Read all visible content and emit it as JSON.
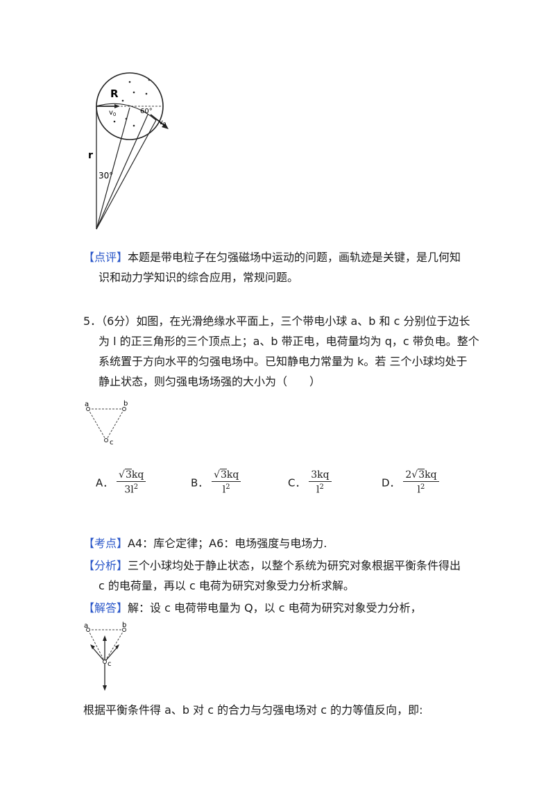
{
  "fig1": {
    "label_R": "R",
    "label_r": "r",
    "label_v0_left": "v",
    "label_v0_right": "v",
    "label_60": "60°",
    "label_30": "30°",
    "sub0": "0"
  },
  "comment": {
    "tag": "【点评】",
    "line1": "本题是带电粒子在匀强磁场中运动的问题，画轨迹是关键，是几何知",
    "line2": "识和动力学知识的综合应用，常规问题。"
  },
  "question": {
    "line1": "5．（6分）如图，在光滑绝缘水平面上，三个带电小球 a、b 和 c 分别位于边长",
    "line2": "为 l 的正三角形的三个顶点上；a、b 带正电，电荷量均为 q，c 带负电。整个",
    "line3": "系统置于方向水平的匀强电场中。已知静电力常量为 k。若 三个小球均处于",
    "line4": "静止状态，则匀强电场场强的大小为（　　）"
  },
  "fig2": {
    "a": "a",
    "b": "b",
    "c": "c"
  },
  "options": {
    "A": {
      "letter": "A．",
      "coef": "",
      "root": "3",
      "tail": "kq",
      "den": "3l",
      "exp": "2"
    },
    "B": {
      "letter": "B．",
      "coef": "",
      "root": "3",
      "tail": "kq",
      "den": "l",
      "exp": "2"
    },
    "C": {
      "letter": "C．",
      "num": "3kq",
      "den": "l",
      "exp": "2"
    },
    "D": {
      "letter": "D．",
      "coef": "2",
      "root": "3",
      "tail": "kq",
      "den": "l",
      "exp": "2"
    }
  },
  "kaodian": {
    "tag": "【考点】",
    "text": "A4：库仑定律；A6：电场强度与电场力."
  },
  "fenxi": {
    "tag": "【分析】",
    "line1": "三个小球均处于静止状态，以整个系统为研究对象根据平衡条件得出",
    "line2": "c 的电荷量，再以 c 电荷为研究对象受力分析求解。"
  },
  "jieda": {
    "tag": "【解答】",
    "text": "解：设 c 电荷带电量为 Q，以 c 电荷为研究对象受力分析，"
  },
  "fig3": {
    "a": "a",
    "b": "b",
    "c": "c"
  },
  "final": {
    "text": "根据平衡条件得 a、b 对 c 的合力与匀强电场对 c 的力等值反向，即:"
  }
}
